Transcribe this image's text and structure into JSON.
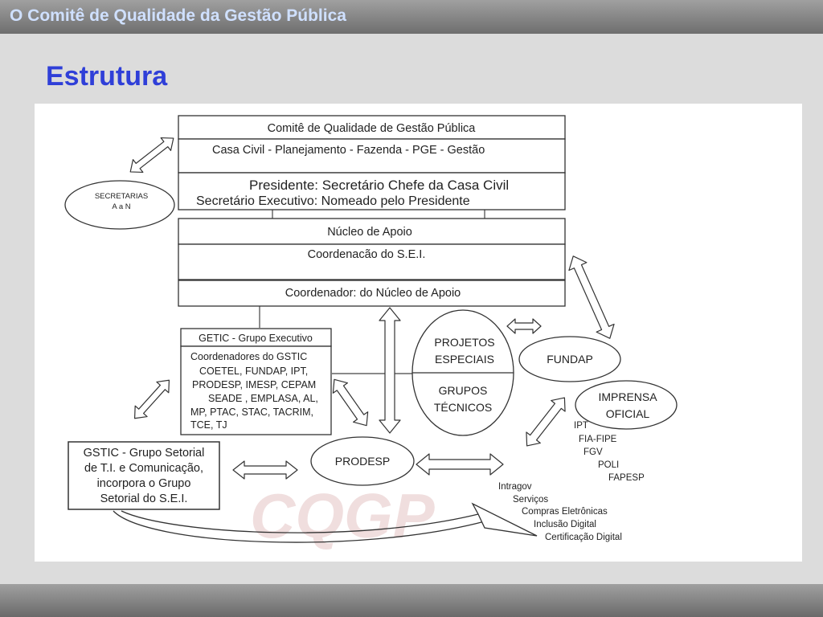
{
  "header": {
    "title": "O Comitê de Qualidade da Gestão Pública"
  },
  "slide": {
    "title": "Estrutura"
  },
  "diagram": {
    "committee": {
      "title": "Comitê de Qualidade de Gestão Pública",
      "members": "Casa Civil - Planejamento - Fazenda - PGE - Gestão",
      "president": "Presidente: Secretário Chefe da Casa Civil",
      "executive": "Secretário Executivo: Nomeado pelo Presidente",
      "nucleus": "Núcleo de Apoio",
      "coordination": "Coordenacão do S.E.I.",
      "coordinator": "Coordenador: do Núcleo de Apoio"
    },
    "secretarias": {
      "line1": "SECRETARIAS",
      "line2": "A a N"
    },
    "getic": {
      "title": "GETIC - Grupo Executivo",
      "lines": [
        "Coordenadores do GSTIC",
        "COETEL, FUNDAP, IPT,",
        "PRODESP, IMESP, CEPAM",
        "SEADE , EMPLASA, AL,",
        "MP, PTAC, STAC, TACRIM,",
        "TCE, TJ"
      ]
    },
    "gstic": {
      "lines": [
        "GSTIC - Grupo Setorial",
        "de T.I. e Comunicação,",
        "incorpora o Grupo",
        "Setorial do S.E.I."
      ]
    },
    "projetos": {
      "top": [
        "PROJETOS",
        "ESPECIAIS"
      ],
      "bottom": [
        "GRUPOS",
        "TÉCNICOS"
      ]
    },
    "fundap": "FUNDAP",
    "imprensa": [
      "IMPRENSA",
      "OFICIAL"
    ],
    "prodesp": "PRODESP",
    "partners": [
      "IPT",
      "FIA-FIPE",
      "FGV",
      "POLI",
      "FAPESP"
    ],
    "services": [
      "Intragov",
      "Serviços",
      "Compras Eletrônicas",
      "Inclusão Digital",
      "Certificação Digital"
    ],
    "watermark": "CQGP"
  }
}
